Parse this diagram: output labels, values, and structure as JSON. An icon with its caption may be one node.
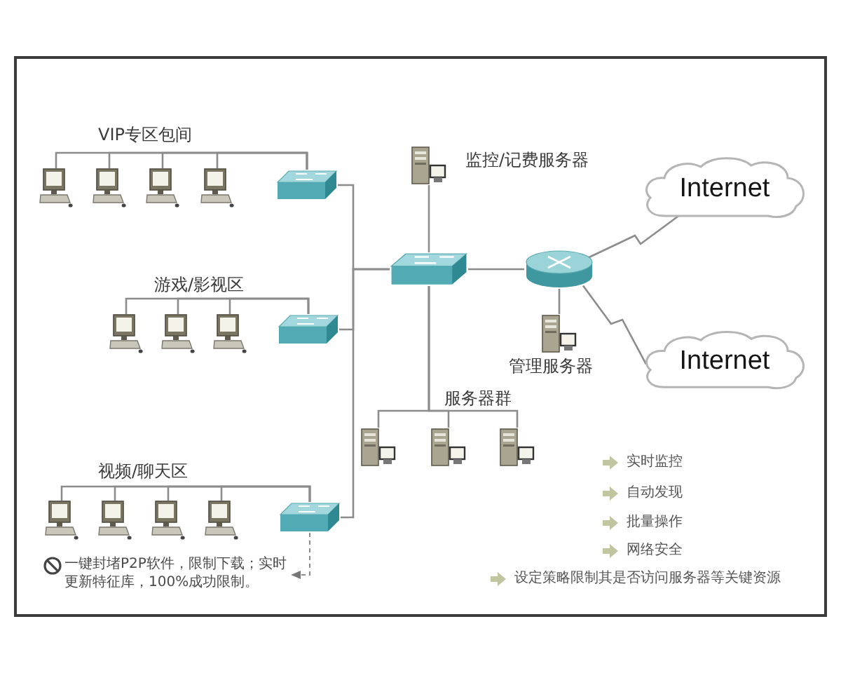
{
  "diagram": {
    "nodes": [
      {
        "text": [],
        "shape": "computer"
      },
      {
        "text": [],
        "shape": "computer"
      },
      {
        "text": [],
        "shape": "computer"
      },
      {
        "text": [],
        "shape": "computer"
      },
      {
        "text": [],
        "shape": "switch"
      },
      {
        "text": [],
        "shape": "server",
        "beside": [
          "监控/记费服务器"
        ]
      },
      {
        "text": [
          "Internet"
        ]
      },
      {
        "text": [],
        "shape": "switch"
      },
      {
        "text": [],
        "shape": "router"
      },
      {
        "text": [],
        "shape": "server",
        "beside": [
          "管理服务器"
        ]
      },
      {
        "text": [],
        "shape": "computer"
      },
      {
        "text": [],
        "shape": "computer"
      },
      {
        "text": [],
        "shape": "computer"
      },
      {
        "text": [],
        "shape": "switch"
      },
      {
        "text": [
          "Internet"
        ]
      },
      {
        "text": [],
        "shape": "server"
      },
      {
        "text": [],
        "shape": "server"
      },
      {
        "text": [],
        "shape": "server"
      },
      {
        "text": [],
        "shape": "computer"
      },
      {
        "text": [],
        "shape": "computer"
      },
      {
        "text": [],
        "shape": "computer"
      },
      {
        "text": [],
        "shape": "computer"
      },
      {
        "text": [],
        "shape": "switch"
      },
      {
        "text": [
          "一键封堵P2P软件，限制下载；实时更新特征库，100%成功限制。"
        ]
      }
    ],
    "edges": [
      {
        "from": 4,
        "to": 0,
        "arrow": "none"
      },
      {
        "from": 4,
        "to": 1,
        "arrow": "none"
      },
      {
        "from": 4,
        "to": 2,
        "arrow": "none"
      },
      {
        "from": 4,
        "to": 3,
        "arrow": "none"
      },
      {
        "from": 13,
        "to": 10,
        "arrow": "none"
      },
      {
        "from": 13,
        "to": 11,
        "arrow": "none"
      },
      {
        "from": 13,
        "to": 12,
        "arrow": "none"
      },
      {
        "from": 22,
        "to": 18,
        "arrow": "none"
      },
      {
        "from": 22,
        "to": 19,
        "arrow": "none"
      },
      {
        "from": 22,
        "to": 20,
        "arrow": "none"
      },
      {
        "from": 22,
        "to": 21,
        "arrow": "none"
      },
      {
        "from": 7,
        "to": 4,
        "arrow": "none"
      },
      {
        "from": 7,
        "to": 13,
        "arrow": "none"
      },
      {
        "from": 7,
        "to": 22,
        "arrow": "none"
      },
      {
        "from": 7,
        "to": 5,
        "arrow": "none"
      },
      {
        "from": 7,
        "to": 8,
        "arrow": "none"
      },
      {
        "from": 8,
        "to": 9,
        "arrow": "none"
      },
      {
        "from": 8,
        "to": 6,
        "arrow": "none"
      },
      {
        "from": 8,
        "to": 14,
        "arrow": "none"
      },
      {
        "from": 7,
        "to": 15,
        "arrow": "none"
      },
      {
        "from": 7,
        "to": 16,
        "arrow": "none"
      },
      {
        "from": 7,
        "to": 17,
        "arrow": "none"
      },
      {
        "from": 22,
        "to": 23,
        "arrow": "to",
        "style": "dashed"
      }
    ],
    "labels": [
      "VIP专区包间",
      "游戏/影视区",
      "服务器群",
      "视频/聊天区",
      "实时监控",
      "自动发现",
      "批量操作",
      "网络安全",
      "设定策略限制其是否访问服务器等关键资源"
    ]
  }
}
